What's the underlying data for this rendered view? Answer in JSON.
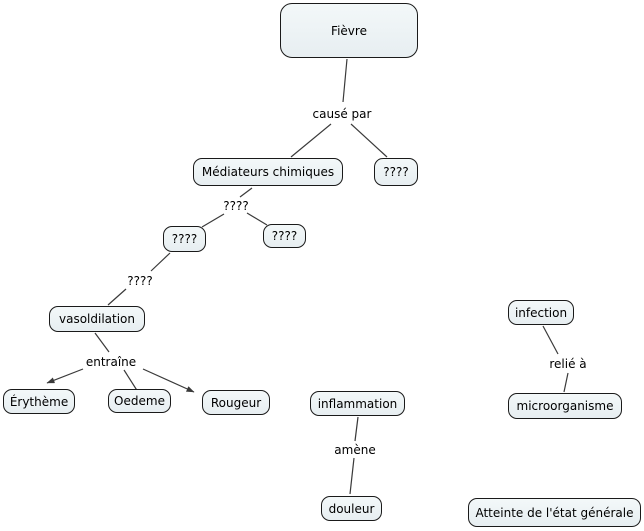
{
  "style": {
    "background": "#ffffff",
    "node_fill_top": "#f3f8f9",
    "node_fill_bottom": "#e7eef1",
    "node_border": "#1a1a1a",
    "edge_color": "#3a3a3a",
    "text_color": "#000000"
  },
  "nodes": {
    "fievre": "Fièvre",
    "mediateurs_chimiques": "Médiateurs chimiques",
    "unknown_top_right": "????",
    "unknown_mid_left": "????",
    "unknown_mid_right": "????",
    "vasoldilation": "vasoldilation",
    "erytheme": "Érythème",
    "oedeme": "Oedeme",
    "rougeur": "Rougeur",
    "inflammation": "inflammation",
    "douleur": "douleur",
    "infection": "infection",
    "microorganisme": "microorganisme",
    "atteinte_etat_generale": "Atteinte de l'état générale"
  },
  "edge_labels": {
    "cause_par": "causé par",
    "unknown_link_upper": "????",
    "unknown_link_lower": "????",
    "entraine": "entraîne",
    "amene": "amène",
    "relie_a": "relié à"
  }
}
